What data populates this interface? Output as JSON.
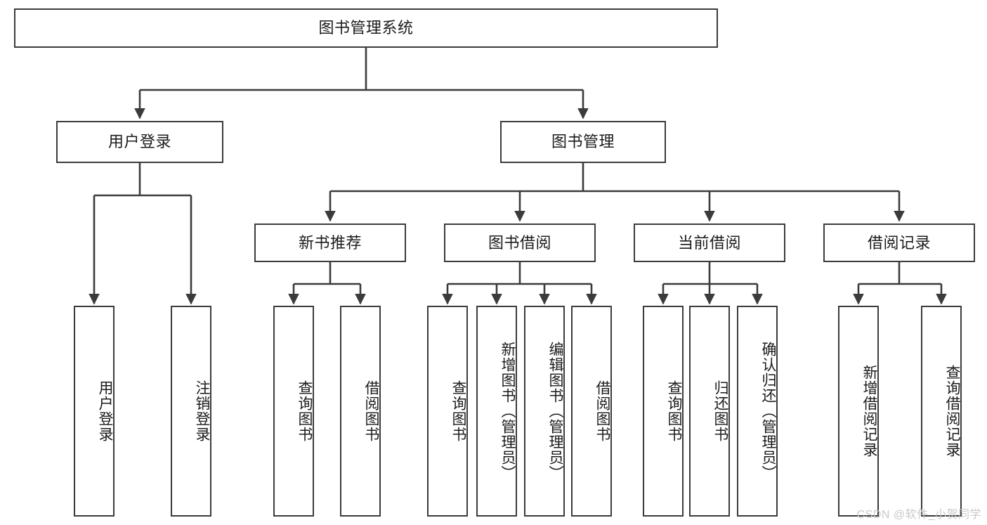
{
  "diagram": {
    "title": "图书管理系统",
    "type": "hierarchy-tree",
    "root": {
      "label": "图书管理系统",
      "id": "root"
    },
    "level1": [
      {
        "id": "user-login",
        "label": "用户登录"
      },
      {
        "id": "book-management",
        "label": "图书管理"
      }
    ],
    "level2": [
      {
        "id": "new-book-recommend",
        "label": "新书推荐",
        "parent": "book-management"
      },
      {
        "id": "book-borrow",
        "label": "图书借阅",
        "parent": "book-management"
      },
      {
        "id": "current-borrow",
        "label": "当前借阅",
        "parent": "book-management"
      },
      {
        "id": "borrow-record",
        "label": "借阅记录",
        "parent": "book-management"
      }
    ],
    "leaves": {
      "user-login": [
        {
          "id": "leaf-user-login",
          "label": "用户登录"
        },
        {
          "id": "leaf-logout-login",
          "label": "注销登录"
        }
      ],
      "new-book-recommend": [
        {
          "id": "leaf-query-book-1",
          "label": "查询图书"
        },
        {
          "id": "leaf-borrow-book-1",
          "label": "借阅图书"
        }
      ],
      "book-borrow": [
        {
          "id": "leaf-query-book-2",
          "label": "查询图书"
        },
        {
          "id": "leaf-add-book",
          "label": "新增图书（管理员）"
        },
        {
          "id": "leaf-edit-book",
          "label": "编辑图书（管理员）"
        },
        {
          "id": "leaf-borrow-book-2",
          "label": "借阅图书"
        }
      ],
      "current-borrow": [
        {
          "id": "leaf-query-book-3",
          "label": "查询图书"
        },
        {
          "id": "leaf-return-book",
          "label": "归还图书"
        },
        {
          "id": "leaf-confirm-return",
          "label": "确认归还（管理员）"
        }
      ],
      "borrow-record": [
        {
          "id": "leaf-add-record",
          "label": "新增借阅记录"
        },
        {
          "id": "leaf-query-record",
          "label": "查询借阅记录"
        }
      ]
    }
  },
  "watermark": {
    "text": "CSDN @软件_小贺同学"
  },
  "colors": {
    "border": "#3b3b3b",
    "text": "#1b1b1b",
    "background": "#ffffff",
    "watermark": "#c9c9c9"
  }
}
